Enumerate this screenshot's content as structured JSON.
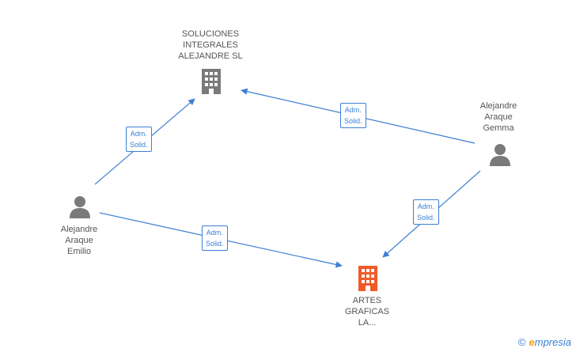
{
  "nodes": {
    "soluciones": {
      "label": "SOLUCIONES\nINTEGRALES\nALEJANDRE SL",
      "kind": "company",
      "color": "#7a7a7a"
    },
    "artes": {
      "label": "ARTES\nGRAFICAS\nLA...",
      "kind": "company",
      "color": "#f05a28"
    },
    "emilio": {
      "label": "Alejandre\nAraque\nEmilio",
      "kind": "person",
      "color": "#7a7a7a"
    },
    "gemma": {
      "label": "Alejandre\nAraque\nGemma",
      "kind": "person",
      "color": "#7a7a7a"
    }
  },
  "edges": [
    {
      "from": "emilio",
      "to": "soluciones",
      "label": "Adm.\nSolid."
    },
    {
      "from": "gemma",
      "to": "soluciones",
      "label": "Adm.\nSolid."
    },
    {
      "from": "emilio",
      "to": "artes",
      "label": "Adm.\nSolid."
    },
    {
      "from": "gemma",
      "to": "artes",
      "label": "Adm.\nSolid."
    }
  ],
  "edge_color": "#3b7fd4",
  "brand": {
    "copyright": "©",
    "name_initial": "e",
    "name_rest": "mpresia"
  }
}
